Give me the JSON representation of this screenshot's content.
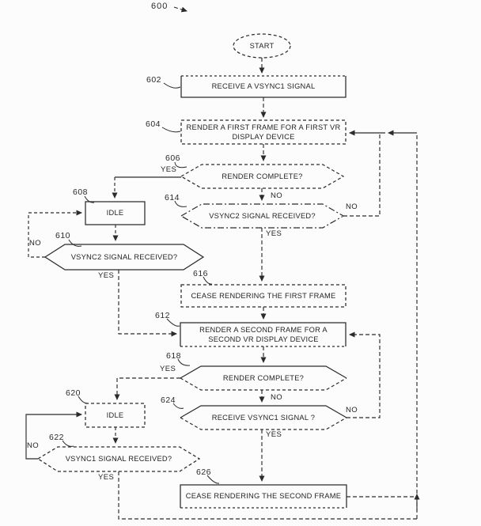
{
  "figure_ref": "600",
  "labels": {
    "yes": "YES",
    "no": "NO"
  },
  "nodes": {
    "start": {
      "label": "START"
    },
    "n602": {
      "ref": "602",
      "label": "RECEIVE A VSYNC1 SIGNAL"
    },
    "n604": {
      "ref": "604",
      "label": "RENDER A FIRST FRAME FOR A FIRST VR DISPLAY DEVICE"
    },
    "n606": {
      "ref": "606",
      "label": "RENDER COMPLETE?"
    },
    "n608": {
      "ref": "608",
      "label": "IDLE"
    },
    "n610": {
      "ref": "610",
      "label": "VSYNC2 SIGNAL RECEIVED?"
    },
    "n612": {
      "ref": "612",
      "label": "RENDER A SECOND FRAME FOR A SECOND VR DISPLAY DEVICE"
    },
    "n614": {
      "ref": "614",
      "label": "VSYNC2 SIGNAL RECEIVED?"
    },
    "n616": {
      "ref": "616",
      "label": "CEASE RENDERING THE FIRST FRAME"
    },
    "n618": {
      "ref": "618",
      "label": "RENDER COMPLETE?"
    },
    "n620": {
      "ref": "620",
      "label": "IDLE"
    },
    "n622": {
      "ref": "622",
      "label": "VSYNC1 SIGNAL RECEIVED?"
    },
    "n624": {
      "ref": "624",
      "label": "RECEIVE VSYNC1 SIGNAL ?"
    },
    "n626": {
      "ref": "626",
      "label": "CEASE RENDERING THE SECOND FRAME"
    }
  },
  "ink_color": "#2b2b2b",
  "paper_color": "#fcfcfc"
}
